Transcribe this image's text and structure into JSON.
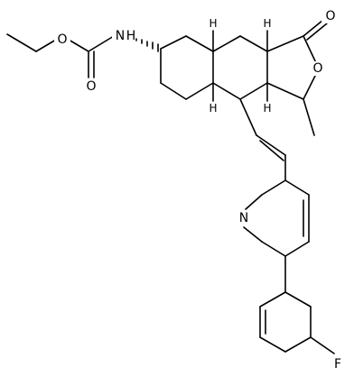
{
  "figure": {
    "type": "chemical-structure",
    "atoms": {
      "nh_n": "N",
      "nh_h": "H",
      "carbamate_o_ester": "O",
      "carbamate_o_carbonyl": "O",
      "lactone_o_carbonyl": "O",
      "lactone_o_ring": "O",
      "pyridine_n": "N",
      "fluorine": "F"
    },
    "stereo_h": {
      "h1": "H",
      "h2": "H",
      "h3": "H",
      "h4": "H"
    }
  }
}
